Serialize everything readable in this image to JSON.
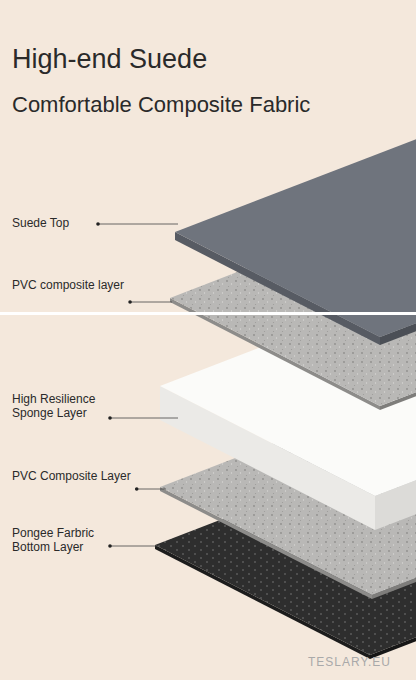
{
  "diagram": {
    "title": "High-end Suede",
    "labels": [
      "Comfortable Composite Fabric",
      "Suede Top",
      "PVC composite layer",
      "High Resilience Sponge Layer",
      "PVC Composite Layer",
      "Pongee Farbric Bottom Layer",
      "TESLARY.EU"
    ]
  }
}
